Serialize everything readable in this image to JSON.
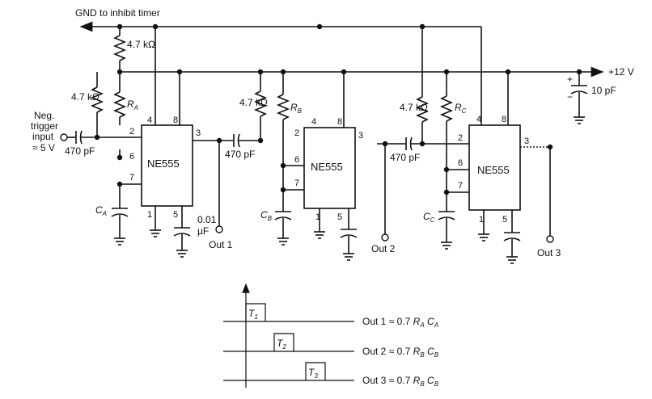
{
  "labels": {
    "gnd_inhibit": "GND to inhibit timer",
    "supply": "+12 V",
    "supply_cap": "10 pF",
    "plus_sign": "+",
    "minus_sign": "−",
    "pullup_top": "4.7 kΩ",
    "pullup_left": "4.7 kΩ",
    "pullup_b": "4.7 kΩ",
    "pullup_c": "4.7 kΩ",
    "neg_trigger": [
      "Neg.",
      "trigger",
      "input",
      "≈ 5 V"
    ],
    "coupling_cap_1": "470 pF",
    "coupling_cap_2": "470 pF",
    "coupling_cap_3": "470 pF",
    "pin5_cap": [
      "0.01",
      "µF"
    ]
  },
  "timers": [
    {
      "name": "NE555",
      "resistor": {
        "sym": "R",
        "sub": "A"
      },
      "capacitor": {
        "sym": "C",
        "sub": "A"
      },
      "pins": {
        "p4": "4",
        "p8": "8",
        "p2": "2",
        "p3": "3",
        "p6": "6",
        "p7": "7",
        "p1": "1",
        "p5": "5"
      },
      "output": "Out 1"
    },
    {
      "name": "NE555",
      "resistor": {
        "sym": "R",
        "sub": "B"
      },
      "capacitor": {
        "sym": "C",
        "sub": "B"
      },
      "pins": {
        "p4": "4",
        "p8": "8",
        "p2": "2",
        "p3": "3",
        "p6": "6",
        "p7": "7",
        "p1": "1",
        "p5": "5"
      },
      "output": "Out 2"
    },
    {
      "name": "NE555",
      "resistor": {
        "sym": "R",
        "sub": "C"
      },
      "capacitor": {
        "sym": "C",
        "sub": "C"
      },
      "pins": {
        "p4": "4",
        "p8": "8",
        "p2": "2",
        "p3": "3",
        "p6": "6",
        "p7": "7",
        "p1": "1",
        "p5": "5"
      },
      "output": "Out 3"
    }
  ],
  "timing": {
    "pulses": [
      {
        "label": "T",
        "sub": "1",
        "out": "Out 1",
        "approx": "≈ 0.7",
        "r": "R",
        "r_sub": "A",
        "c": "C",
        "c_sub": "A"
      },
      {
        "label": "T",
        "sub": "2",
        "out": "Out 2",
        "approx": "≈ 0.7",
        "r": "R",
        "r_sub": "B",
        "c": "C",
        "c_sub": "B"
      },
      {
        "label": "T",
        "sub": "3",
        "out": "Out 3",
        "approx": "≈ 0.7",
        "r": "R",
        "r_sub": "B",
        "c": "C",
        "c_sub": "B"
      }
    ]
  }
}
